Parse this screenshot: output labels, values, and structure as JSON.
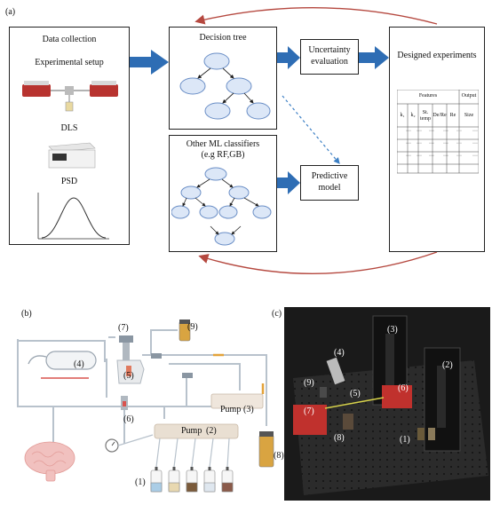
{
  "panel_a": {
    "label": "(a)",
    "data_collection": {
      "title": "Data collection",
      "setup": "Experimental setup",
      "dls": "DLS",
      "psd": "PSD"
    },
    "decision_tree": "Decision tree",
    "other_ml": [
      "Other ML classifiers",
      "(e.g RF,GB)"
    ],
    "uncertainty": [
      "Uncertainty",
      "evaluation"
    ],
    "predictive": [
      "Predictive",
      "model"
    ],
    "designed": "Designed experiments",
    "table": {
      "features": "Features",
      "output": "Output",
      "headers": [
        "k₁",
        "k₂",
        "St.",
        "temp",
        "De/Re",
        "Re",
        "Size"
      ],
      "cell": "···",
      "rows": 3
    }
  },
  "panel_b": {
    "label": "(b)",
    "labels": [
      "(7)",
      "(9)",
      "(4)",
      "(5)",
      "(6)",
      "(3)",
      "(2)",
      "(1)",
      "(8)"
    ],
    "pump3": "Pump",
    "pump2": "Pump"
  },
  "panel_c": {
    "label": "(c)",
    "labels": [
      "(3)",
      "(4)",
      "(2)",
      "(9)",
      "(5)",
      "(6)",
      "(7)",
      "(8)",
      "(1)"
    ]
  },
  "colors": {
    "arrow_blue": "#2e6db4",
    "curve_red": "#b5483f",
    "dashed_blue": "#3c7fc4",
    "node_fill": "#dce7f7",
    "node_stroke": "#6a8ec6"
  }
}
